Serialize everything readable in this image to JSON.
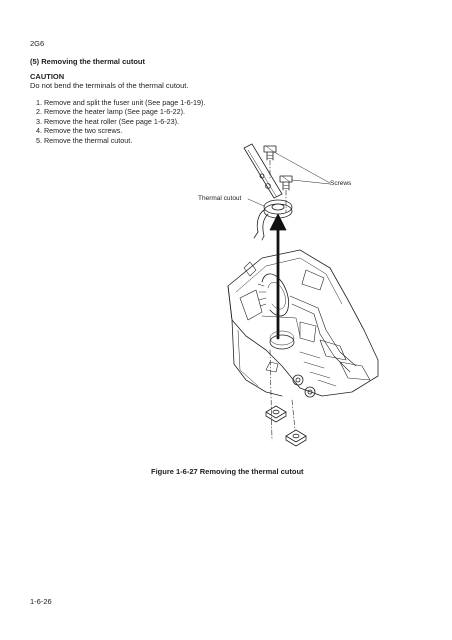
{
  "header": {
    "code": "2G6"
  },
  "section": {
    "title": "(5) Removing the thermal cutout",
    "caution_label": "CAUTION",
    "caution_text": "Do not bend the terminals of the thermal cutout."
  },
  "steps": [
    "1. Remove and split the fuser unit (See page 1-6-19).",
    "2. Remove the heater lamp (See page 1-6-22).",
    "3. Remove the heat roller (See page 1-6-23).",
    "4. Remove the two screws.",
    "5. Remove the thermal cutout."
  ],
  "figure": {
    "label_thermal": "Thermal cutout",
    "label_screws": "Screws",
    "caption": "Figure 1-6-27 Removing the thermal cutout"
  },
  "footer": {
    "page_number": "1-6-26"
  },
  "colors": {
    "ink": "#222222",
    "paper": "#ffffff"
  }
}
